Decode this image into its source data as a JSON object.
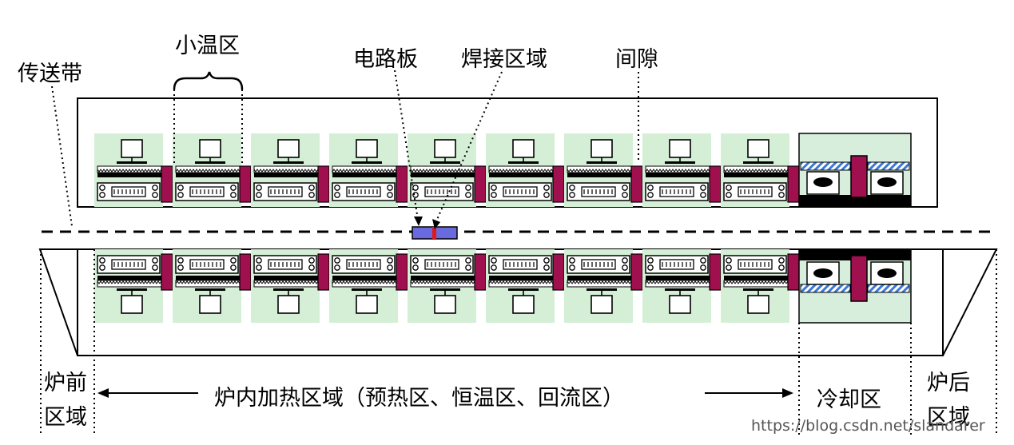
{
  "labels": {
    "small_zone": "小温区",
    "conveyor": "传送带",
    "circuit_board": "电路板",
    "solder_area": "焊接区域",
    "gap": "间隙",
    "front_line1": "炉前",
    "front_line2": "区域",
    "heating": "炉内加热区域（预热区、恒温区、回流区）",
    "cooling": "冷却区",
    "rear_line1": "炉后",
    "rear_line2": "区域"
  },
  "watermark": "https://blog.csdn.net/slandarer",
  "heating_zone_count": 9,
  "cooling_zone_count": 2,
  "colors": {
    "zone_bg": "#d4efd6",
    "cooling_bg": "#d6eedb",
    "divider": "#a0104f",
    "board": "#6a6adf",
    "solder": "#e01818",
    "stripe": "#3a78d8",
    "line": "#000000"
  }
}
